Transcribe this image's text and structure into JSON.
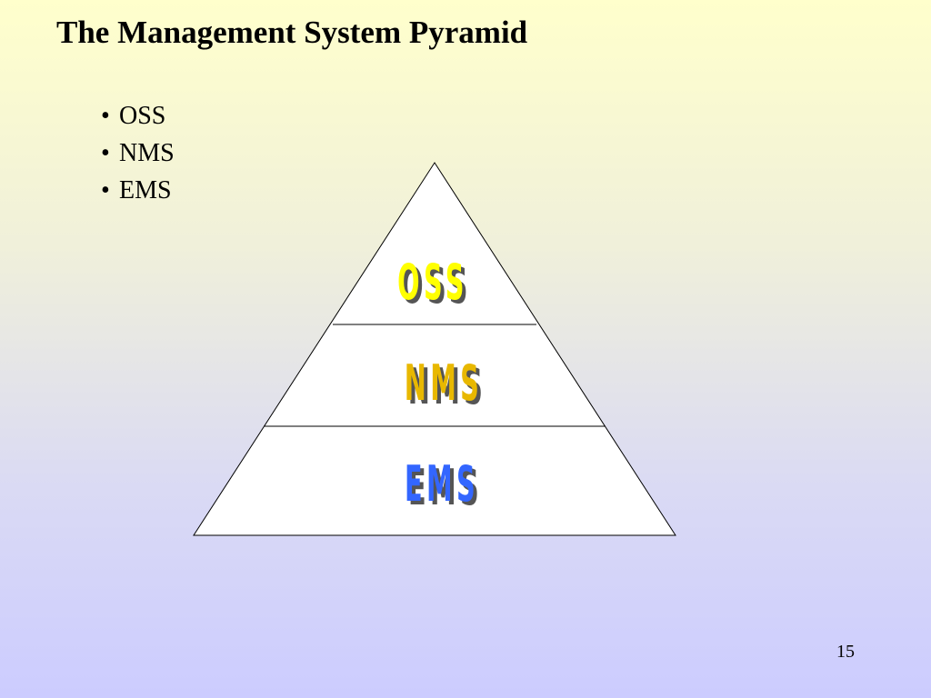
{
  "slide": {
    "title": "The Management System Pyramid",
    "bullet_mark": "•",
    "bullets": [
      "OSS",
      "NMS",
      "EMS"
    ],
    "page_number": "15"
  },
  "pyramid": {
    "tiers": [
      {
        "label": "OSS",
        "color": "#ffff00"
      },
      {
        "label": "NMS",
        "color": "#e8b800"
      },
      {
        "label": "EMS",
        "color": "#3366ff"
      }
    ],
    "shadow_color": "#555555",
    "fill_color": "#ffffff",
    "outline_color": "#000000"
  }
}
